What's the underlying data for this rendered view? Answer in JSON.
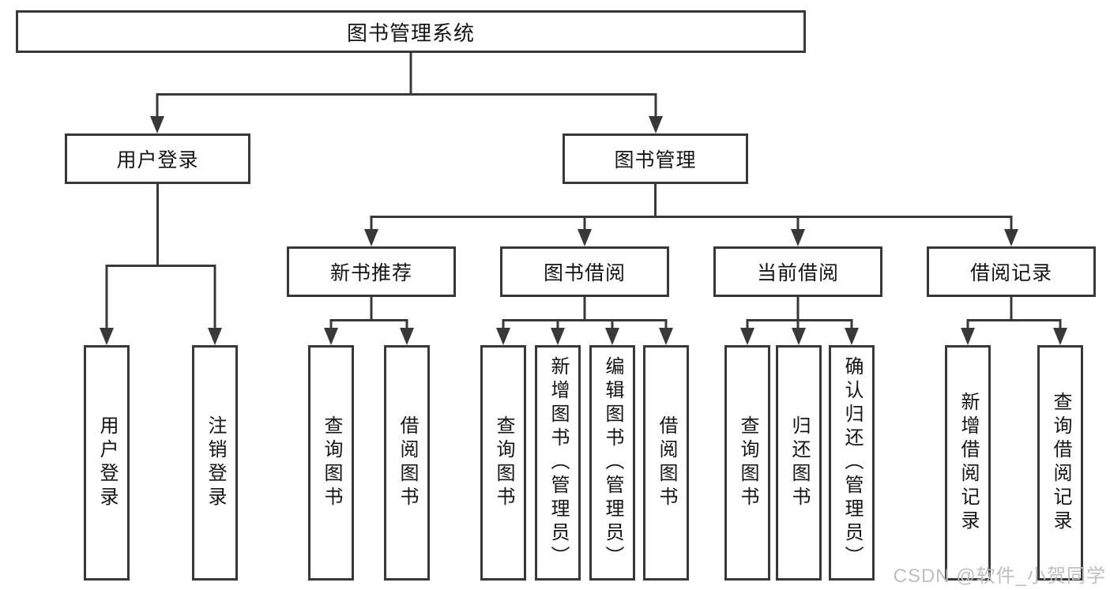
{
  "diagram": {
    "root": {
      "label": "图书管理系统"
    },
    "branches": [
      {
        "label": "用户登录",
        "children": [
          "用户登录",
          "注销登录"
        ]
      },
      {
        "label": "图书管理",
        "sections": [
          {
            "label": "新书推荐",
            "children": [
              "查询图书",
              "借阅图书"
            ]
          },
          {
            "label": "图书借阅",
            "children": [
              "查询图书",
              "新增图书（管理员）",
              "编辑图书（管理员）",
              "借阅图书"
            ]
          },
          {
            "label": "当前借阅",
            "children": [
              "查询图书",
              "归还图书",
              "确认归还（管理员）"
            ]
          },
          {
            "label": "借阅记录",
            "children": [
              "新增借阅记录",
              "查询借阅记录"
            ]
          }
        ]
      }
    ],
    "watermark": "CSDN @软件_小贺同学",
    "colors": {
      "line": "#383838",
      "text": "#141414",
      "box_background": "#ffffff",
      "watermark": "#bfbfbf",
      "page_background": "#ffffff"
    }
  }
}
